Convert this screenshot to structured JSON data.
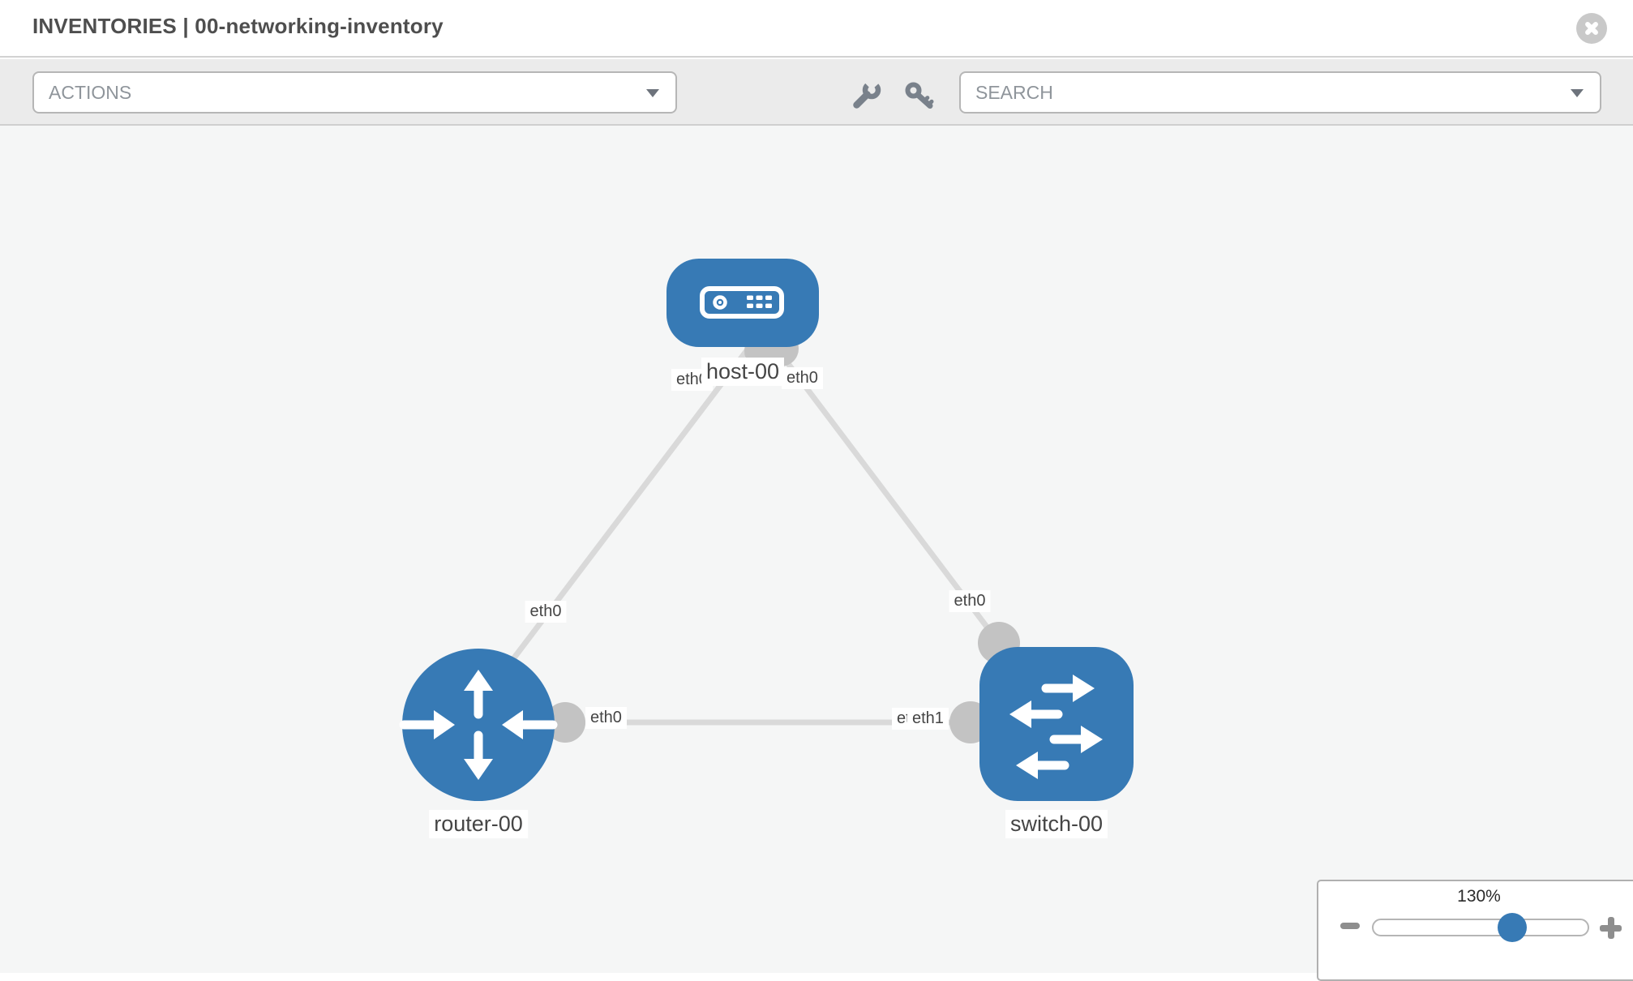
{
  "header": {
    "title": "INVENTORIES | 00-networking-inventory"
  },
  "toolbar": {
    "actions_label": "ACTIONS",
    "search_placeholder": "SEARCH",
    "icons": [
      "wrench-icon",
      "key-icon"
    ]
  },
  "topology": {
    "nodes": [
      {
        "id": "host-00",
        "type": "host",
        "label": "host-00"
      },
      {
        "id": "router-00",
        "type": "router",
        "label": "router-00"
      },
      {
        "id": "switch-00",
        "type": "switch",
        "label": "switch-00"
      }
    ],
    "links": [
      {
        "from": "host-00",
        "from_interface": "eth0",
        "to": "router-00",
        "to_interface": "eth0"
      },
      {
        "from": "host-00",
        "from_interface": "eth0",
        "to": "switch-00",
        "to_interface": "eth0"
      },
      {
        "from": "router-00",
        "from_interface": "eth0",
        "to": "switch-00",
        "to_interface": "eth1"
      }
    ],
    "labels": {
      "host": "host-00",
      "router": "router-00",
      "switch": "switch-00",
      "host_if_left": "eth0",
      "host_if_right": "eth0",
      "router_if_top": "eth0",
      "switch_if_top": "eth0",
      "router_if_right": "eth0",
      "switch_if_left_back": "eth0",
      "switch_if_left_front": "eth1"
    }
  },
  "zoom_control": {
    "percent_label": "130%",
    "value": 130
  },
  "colors": {
    "node_blue": "#377ab5",
    "link_gray": "#d9d9d9",
    "interface_gray": "#c3c3c3",
    "canvas_bg": "#f5f6f6",
    "toolbar_bg": "#ebebeb"
  }
}
